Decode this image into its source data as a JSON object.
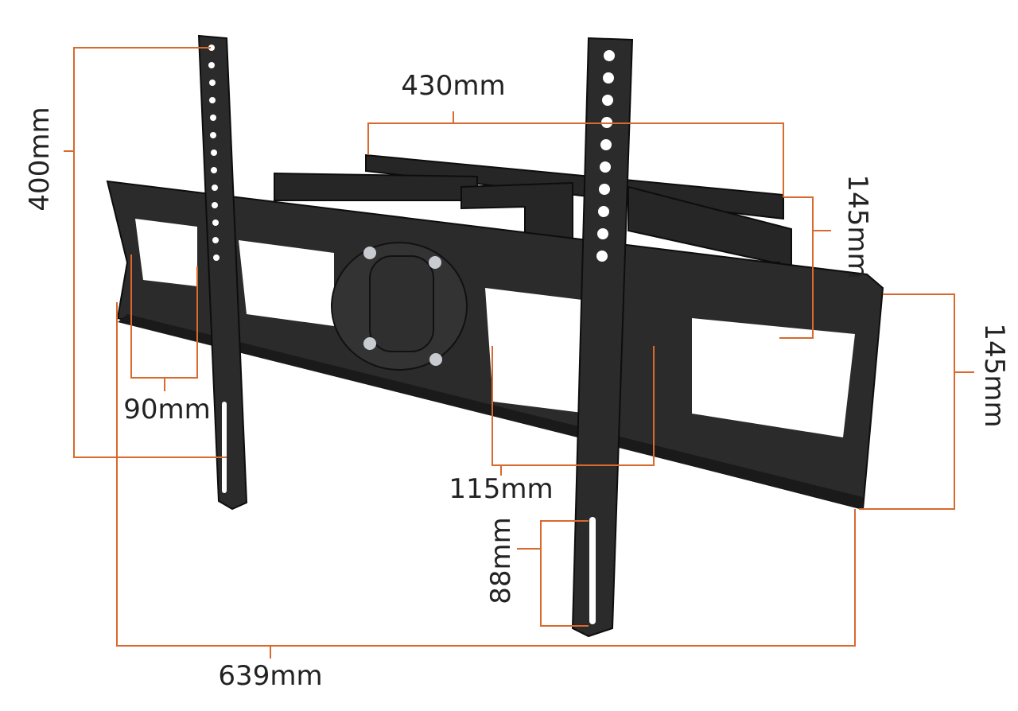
{
  "title": "TV wall mount dimensions",
  "colors": {
    "dimension_line": "#d9692e",
    "metal": "#2a2a2a",
    "metal_edge": "#111111",
    "text": "#222222"
  },
  "dimensions": {
    "vesa_height": "400mm",
    "arm_width": "430mm",
    "arm_depth": "145mm",
    "plate_height": "145mm",
    "hole_spacing_left": "90mm",
    "hole_spacing_center": "115mm",
    "slot_length": "88mm",
    "total_width": "639mm"
  }
}
